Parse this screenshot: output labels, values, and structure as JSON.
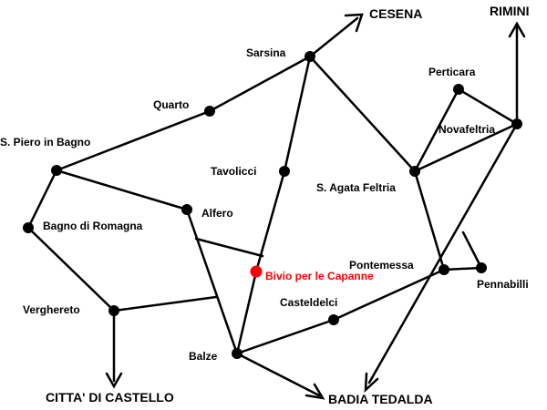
{
  "colors": {
    "ink": "#000000",
    "highlight": "#ff0000",
    "background": "#ffffff"
  },
  "places": {
    "sarsina": "Sarsina",
    "quarto": "Quarto",
    "s_piero": "S. Piero in Bagno",
    "bagno": "Bagno di Romagna",
    "verghereto": "Verghereto",
    "alfero": "Alfero",
    "tavolicci": "Tavolicci",
    "bivio": "Bivio per le Capanne",
    "balze": "Balze",
    "casteldelci": "Casteldelci",
    "pontemessa": "Pontemessa",
    "pennabilli": "Pennabilli",
    "s_agata": "S. Agata Feltria",
    "perticara": "Perticara",
    "novafeltria": "Novafeltria"
  },
  "destinations": {
    "cesena": "CESENA",
    "rimini": "RIMINI",
    "citta_di_castello": "CITTA' DI CASTELLO",
    "badia_tedalda": "BADIA TEDALDA"
  }
}
